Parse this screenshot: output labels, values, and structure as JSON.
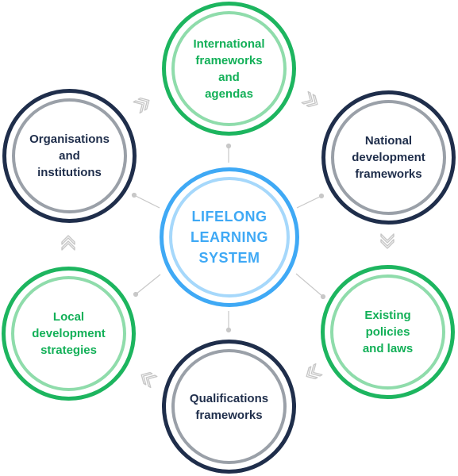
{
  "center": {
    "label_lines": [
      "LIFELONG",
      "LEARNING",
      "SYSTEM"
    ]
  },
  "nodes": [
    {
      "id": "international",
      "lines": [
        "International",
        "frameworks and",
        "agendas"
      ],
      "style": "green"
    },
    {
      "id": "national",
      "lines": [
        "National",
        "development",
        "frameworks"
      ],
      "style": "navy"
    },
    {
      "id": "existing",
      "lines": [
        "Existing policies",
        "and laws"
      ],
      "style": "green"
    },
    {
      "id": "qualifications",
      "lines": [
        "Qualifications",
        "frameworks"
      ],
      "style": "navy"
    },
    {
      "id": "local",
      "lines": [
        "Local",
        "development",
        "strategies"
      ],
      "style": "green"
    },
    {
      "id": "organisations",
      "lines": [
        "Organisations",
        "and",
        "institutions"
      ],
      "style": "navy"
    }
  ],
  "colors": {
    "green_outer": "#1db55f",
    "green_inner": "#8fdcab",
    "navy_outer": "#1f2e4b",
    "gray_inner": "#9aa0a8",
    "blue_outer": "#3fa9f5",
    "blue_inner": "#a6d8fb",
    "connector": "#c4c4c4"
  }
}
